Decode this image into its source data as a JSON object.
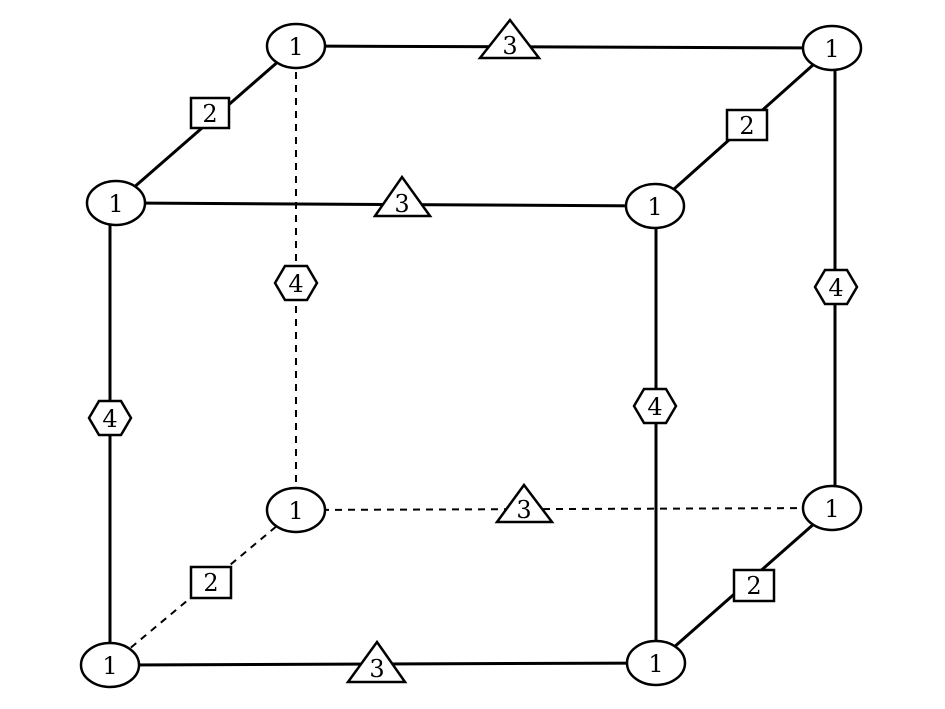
{
  "legend_shapes": {
    "node": "ellipse",
    "depth_edge": "square",
    "width_edge": "triangle",
    "height_edge": "hexagon"
  },
  "nodes": {
    "front_top_left": "1",
    "front_top_right": "1",
    "front_bottom_left": "1",
    "front_bottom_right": "1",
    "back_top_left": "1",
    "back_top_right": "1",
    "back_bottom_left": "1",
    "back_bottom_right": "1"
  },
  "edges": {
    "back_top": "3",
    "front_top": "3",
    "back_bottom": "3",
    "front_bottom": "3",
    "top_left_depth": "2",
    "top_right_depth": "2",
    "bottom_left_depth": "2",
    "bottom_right_depth": "2",
    "front_left_height": "4",
    "front_right_height": "4",
    "back_left_height": "4",
    "back_right_height": "4"
  }
}
